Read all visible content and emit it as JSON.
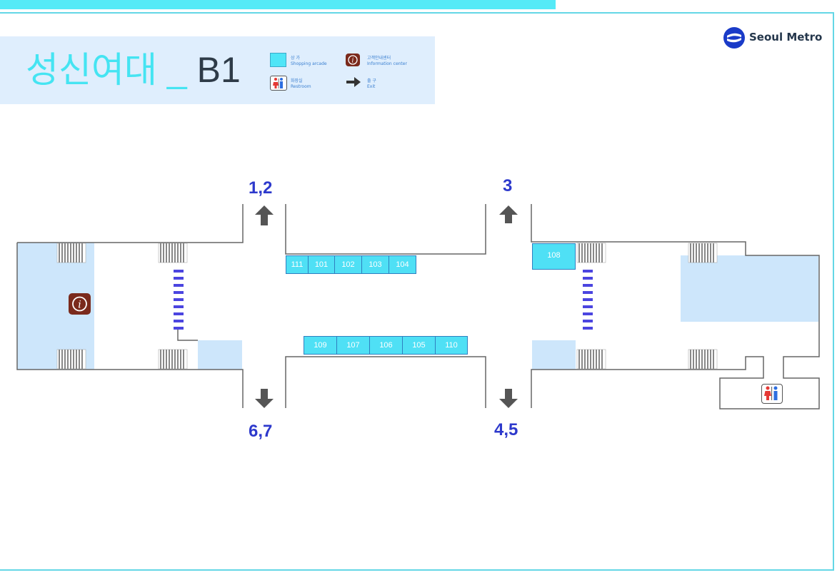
{
  "title": {
    "station_name": "성신여대",
    "separator": "_",
    "floor": "B1"
  },
  "logo": {
    "text": "Seoul Metro",
    "color": "#1a3bc8"
  },
  "legend": {
    "shopping": {
      "kr": "상 가",
      "en": "Shopping arcade",
      "color": "#4fe5f7"
    },
    "info": {
      "kr": "고객안내센터",
      "en": "Information center",
      "color": "#7a2a1c"
    },
    "restroom": {
      "kr": "화장실",
      "en": "Restroom"
    },
    "exit": {
      "kr": "출 구",
      "en": "Exit"
    }
  },
  "exits": [
    "1,2",
    "3",
    "6,7",
    "4,5"
  ],
  "shops": [
    "111",
    "101",
    "102",
    "103",
    "104",
    "109",
    "107",
    "106",
    "105",
    "110",
    "108"
  ],
  "colors": {
    "accent": "#45e4f2",
    "area": "#cde6fb",
    "exit_label": "#2d39cc",
    "stairs": "#4b45e0"
  }
}
